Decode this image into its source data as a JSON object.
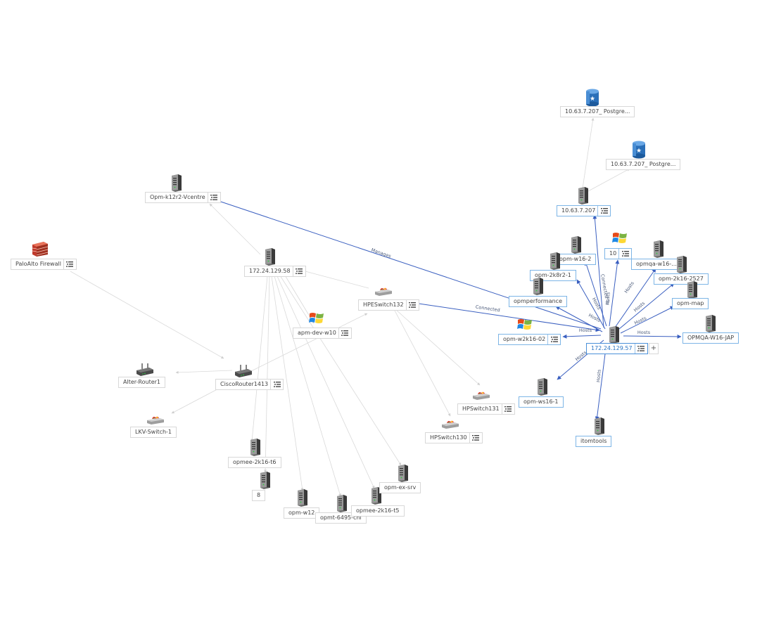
{
  "diagram": {
    "nodes": [
      {
        "id": "n-postgre1",
        "label": "10.63.7.207_ Postgre...",
        "icon": "database-icon",
        "state": "normal",
        "actions": false
      },
      {
        "id": "n-postgre2",
        "label": "10.63.7.207_ Postgre...",
        "icon": "database-icon",
        "state": "normal",
        "actions": false
      },
      {
        "id": "n-10637207",
        "label": "10.63.7.207",
        "icon": "server-icon",
        "state": "highlighted",
        "actions": true
      },
      {
        "id": "n-vcentre",
        "label": "Opm-k12r2-Vcentre",
        "icon": "server-icon",
        "state": "normal",
        "actions": true
      },
      {
        "id": "n-paloalto",
        "label": "PaloAlto Firewall",
        "icon": "firewall-icon",
        "state": "normal",
        "actions": true
      },
      {
        "id": "n-17224129-58",
        "label": "172.24.129.58",
        "icon": "server-icon",
        "state": "normal",
        "actions": true
      },
      {
        "id": "n-hpeswitch132",
        "label": "HPESwitch132",
        "icon": "switch-icon",
        "state": "normal",
        "actions": true
      },
      {
        "id": "n-apmdev",
        "label": "apm-dev-w10",
        "icon": "windows-icon",
        "state": "normal",
        "actions": true
      },
      {
        "id": "n-alter",
        "label": "Alter-Router1",
        "icon": "router-icon",
        "state": "normal",
        "actions": false
      },
      {
        "id": "n-cisco",
        "label": "CiscoRouter1413",
        "icon": "router-icon",
        "state": "normal",
        "actions": true
      },
      {
        "id": "n-lkv",
        "label": "LKV-Switch-1",
        "icon": "switch-icon",
        "state": "normal",
        "actions": false
      },
      {
        "id": "n-hpswitch131",
        "label": "HPSwitch131",
        "icon": "switch-icon",
        "state": "normal",
        "actions": true
      },
      {
        "id": "n-hpswitch130",
        "label": "HPSwitch130",
        "icon": "switch-icon",
        "state": "normal",
        "actions": true
      },
      {
        "id": "n-opmee-t6",
        "label": "opmee-2k16-t6",
        "icon": "server-icon",
        "state": "normal",
        "actions": false
      },
      {
        "id": "n-8",
        "label": "8",
        "icon": "server-icon",
        "state": "normal",
        "actions": false
      },
      {
        "id": "n-opmw12",
        "label": "opm-w12",
        "icon": "server-icon",
        "state": "normal",
        "actions": false
      },
      {
        "id": "n-opmt",
        "label": "opmt-6495-chi",
        "icon": "server-icon",
        "state": "normal",
        "actions": false
      },
      {
        "id": "n-opmee-t5",
        "label": "opmee-2k16-t5",
        "icon": "server-icon",
        "state": "normal",
        "actions": false
      },
      {
        "id": "n-opmexsrv",
        "label": "opm-ex-srv",
        "icon": "server-icon",
        "state": "normal",
        "actions": false
      },
      {
        "id": "n-opmw16-2",
        "label": "opm-w16-2",
        "icon": "server-icon",
        "state": "highlighted",
        "actions": false
      },
      {
        "id": "n-10",
        "label": "10",
        "icon": "windows-icon",
        "state": "highlighted",
        "actions": true
      },
      {
        "id": "n-opmqa-w16",
        "label": "opmqa-w16-...",
        "icon": "server-icon",
        "state": "highlighted",
        "actions": false
      },
      {
        "id": "n-opm2k8r2",
        "label": "opm-2k8r2-1",
        "icon": "server-icon",
        "state": "highlighted",
        "actions": false
      },
      {
        "id": "n-opm2k16",
        "label": "opm-2k16-2527",
        "icon": "server-icon",
        "state": "highlighted",
        "actions": false
      },
      {
        "id": "n-opmperf",
        "label": "opmperformance",
        "icon": "server-icon",
        "state": "highlighted",
        "actions": false
      },
      {
        "id": "n-opmmap",
        "label": "opm-map",
        "icon": "server-icon",
        "state": "highlighted",
        "actions": false
      },
      {
        "id": "n-opmw2k16",
        "label": "opm-w2k16-02",
        "icon": "windows-icon",
        "state": "highlighted",
        "actions": true
      },
      {
        "id": "n-opmqa-jap",
        "label": "OPMQA-W16-JAP",
        "icon": "server-icon",
        "state": "highlighted",
        "actions": false
      },
      {
        "id": "n-17224129-57",
        "label": "172.24.129.57",
        "icon": "server-icon",
        "state": "selected",
        "actions": true
      },
      {
        "id": "n-opmws16",
        "label": "opm-ws16-1",
        "icon": "server-icon",
        "state": "highlighted",
        "actions": false
      },
      {
        "id": "n-itomtools",
        "label": "itomtools",
        "icon": "server-icon",
        "state": "highlighted",
        "actions": false
      }
    ],
    "edge_labels": {
      "manages": "Manages",
      "connected": "Connected",
      "connected_to": "Connected To",
      "hosts": "Hosts"
    },
    "colors": {
      "active_edge": "#3a5fc0",
      "faint_edge": "#d9d9d9",
      "highlight_border": "#7db5e6",
      "selected_text": "#2a74c4"
    },
    "add_button": "+",
    "action_icon": "list-icon"
  }
}
